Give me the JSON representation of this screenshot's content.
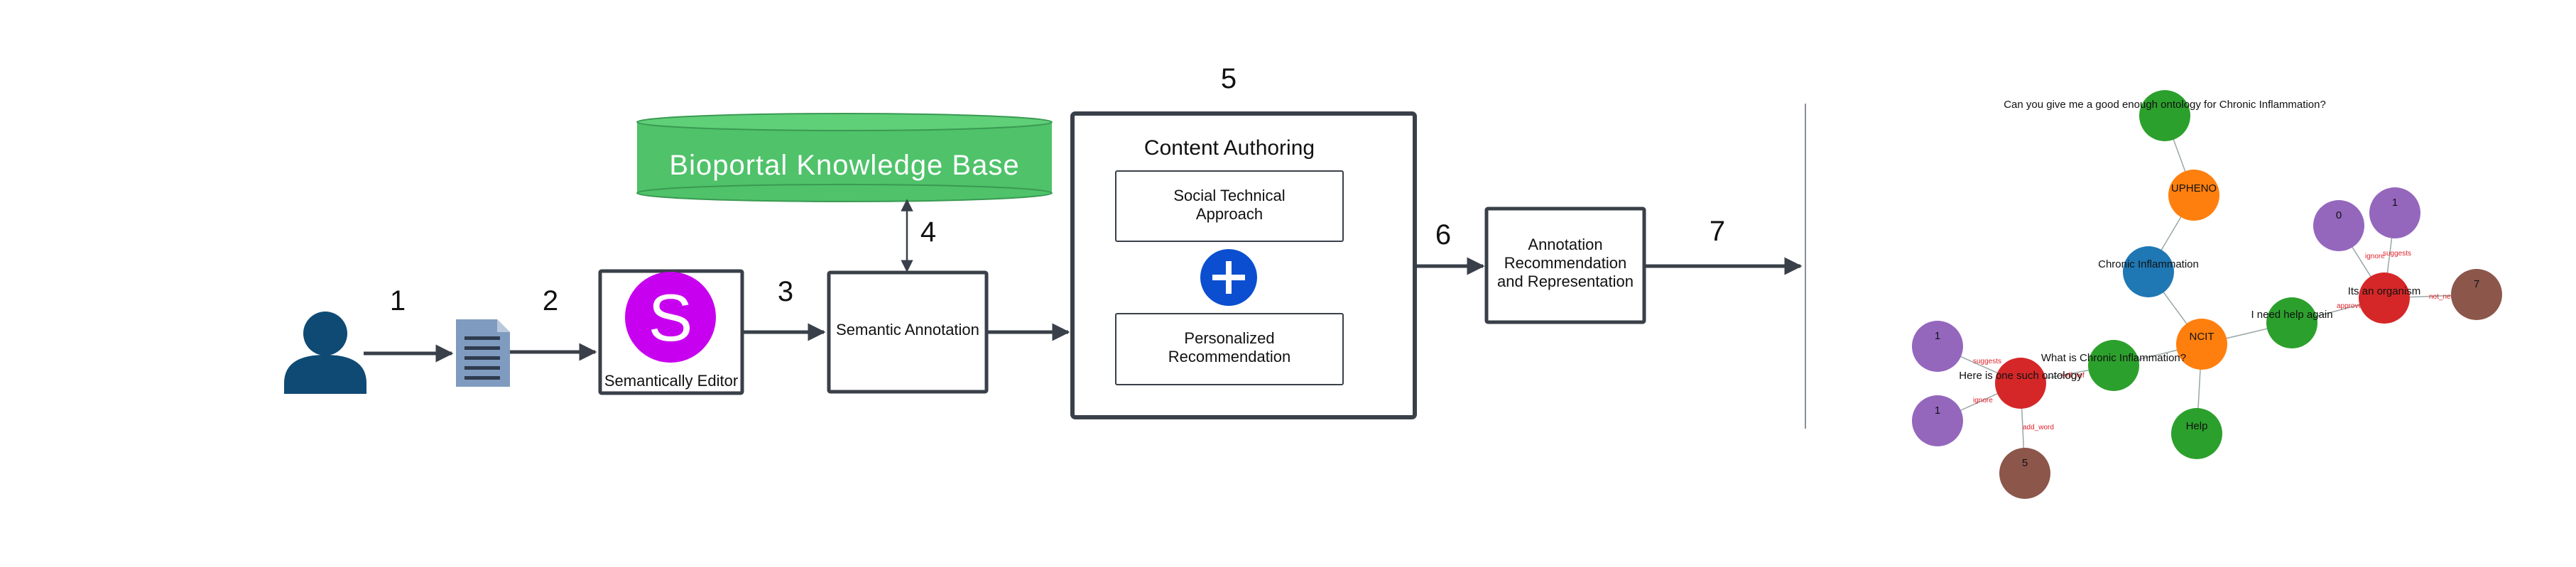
{
  "steps": [
    "1",
    "2",
    "3",
    "4",
    "5",
    "6",
    "7"
  ],
  "editor_label": "Semantically Editor",
  "editor_logo_letter": "S",
  "knowledge_base": "Bioportal Knowledge Base",
  "semantic_annotation": "Semantic Annotation",
  "content_authoring": {
    "title": "Content Authoring",
    "item1_line1": "Social Technical",
    "item1_line2": "Approach",
    "plus": "+",
    "item2_line1": "Personalized",
    "item2_line2": "Recommendation"
  },
  "annotation_box": {
    "line1": "Annotation",
    "line2": "Recommendation",
    "line3": "and Representation"
  },
  "graph": {
    "question_top": "Can you give me a good enough ontology for Chronic Inflammation?",
    "node_upheno": "UPHENO",
    "node_chronic": "Chronic Inflammation",
    "node_ncit": "NCIT",
    "node_help": "Help",
    "text_help_again": "I need help again",
    "text_organism": "Its an organism",
    "text_what_is": "What is Chronic Inflammation?",
    "text_here_is": "Here is one such ontology",
    "num_0": "0",
    "num_1a": "1",
    "num_7": "7",
    "num_1b": "1",
    "num_1c": "1",
    "num_5": "5",
    "edge_ignore": "ignore",
    "edge_suggests": "suggests",
    "edge_not_needed": "not_needed",
    "edge_approved": "approved",
    "edge_suggests2": "suggests",
    "edge_ignore2": "ignore",
    "edge_add_word": "add_word",
    "edge_self": "self_ref"
  },
  "colors": {
    "person": "#0e4a74",
    "document": "#7f9bbf",
    "editor_logo": "#c800f0",
    "knowledge_base": "#4fc26a",
    "plus_circle": "#0b4fd0",
    "green": "#2ca02c",
    "orange": "#ff7f0e",
    "blue": "#1f77b4",
    "red": "#d62728",
    "purple": "#9467bd",
    "brown": "#8c564b",
    "edge_label": "#e0242a"
  }
}
